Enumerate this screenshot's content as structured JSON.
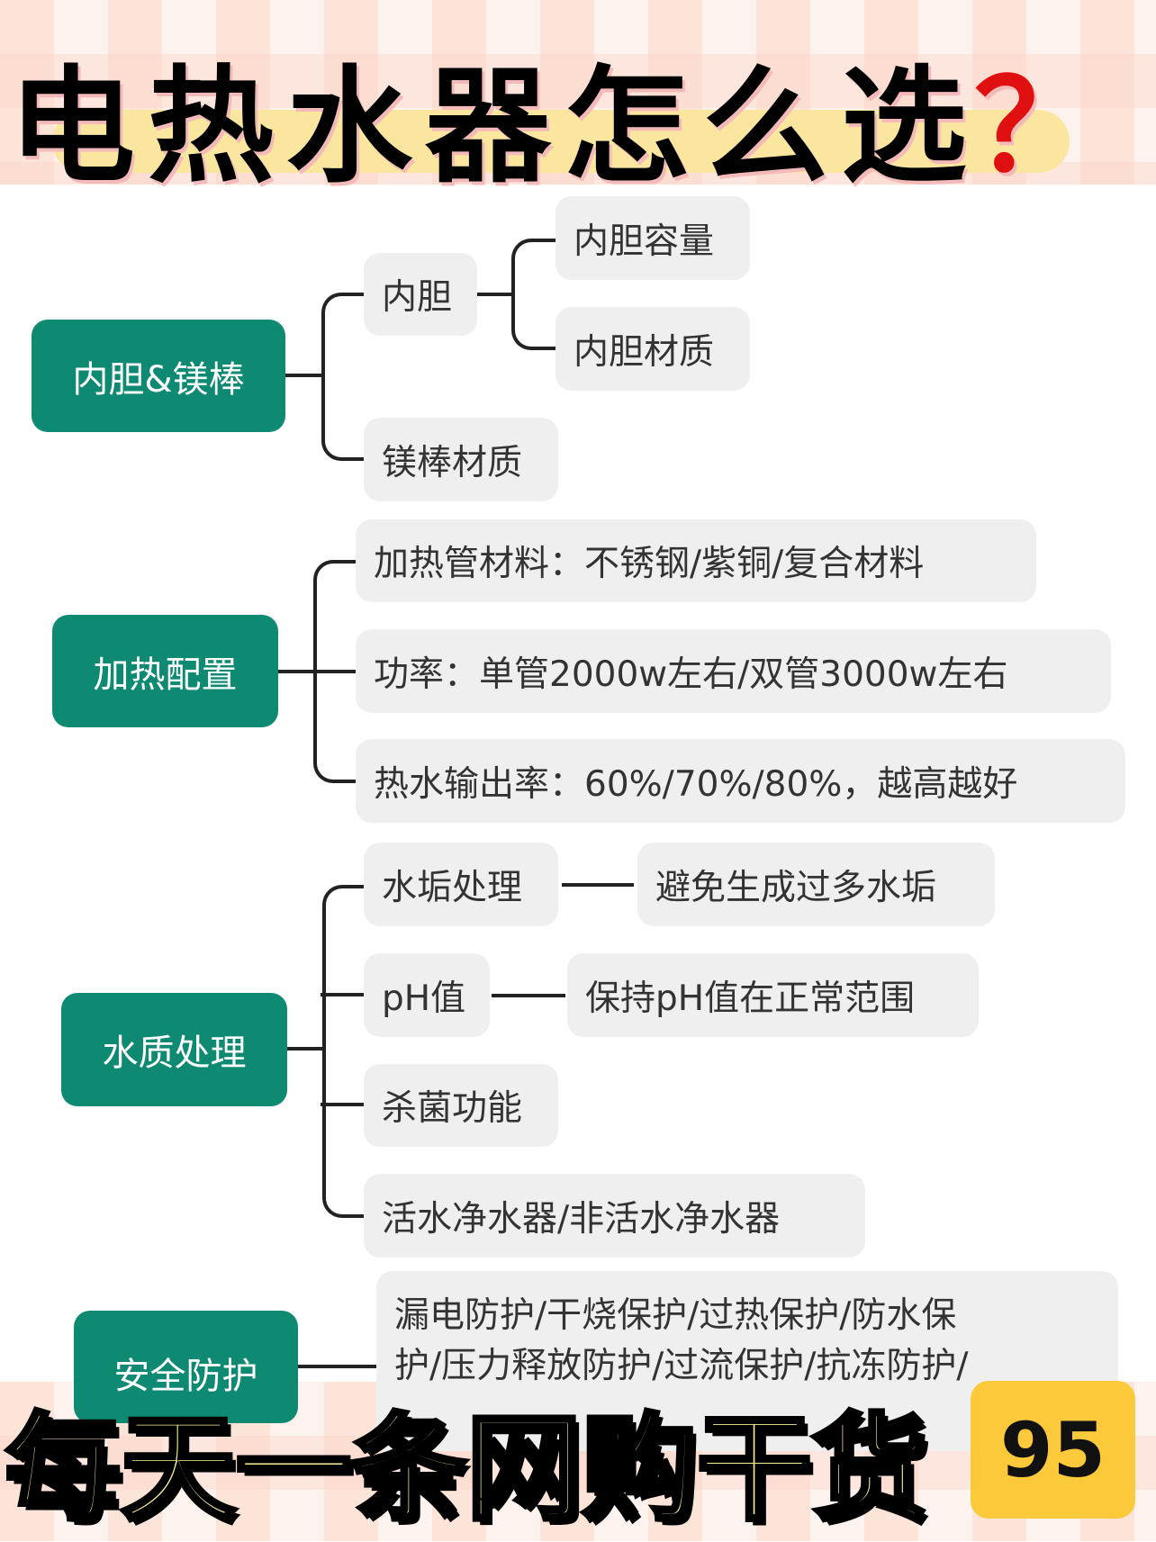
{
  "title": {
    "text": "电热水器怎么选",
    "mark": "？"
  },
  "groups": [
    {
      "label": "内胆&镁棒",
      "children": [
        {
          "label": "内胆",
          "children": [
            "内胆容量",
            "内胆材质"
          ]
        },
        {
          "label": "镁棒材质"
        }
      ]
    },
    {
      "label": "加热配置",
      "children": [
        "加热管材料：不锈钢/紫铜/复合材料",
        "功率：单管2000w左右/双管3000w左右",
        "热水输出率：60%/70%/80%，越高越好"
      ]
    },
    {
      "label": "水质处理",
      "children": [
        {
          "label": "水垢处理",
          "detail": "避免生成过多水垢"
        },
        {
          "label": "pH值",
          "detail": "保持pH值在正常范围"
        },
        {
          "label": "杀菌功能"
        },
        {
          "label": "活水净水器/非活水净水器"
        }
      ]
    },
    {
      "label": "安全防护",
      "lines": [
        "漏电防护/干烧保护/过热保护/防水保",
        "护/压力释放防护/过流保护/抗冻防护/"
      ]
    }
  ],
  "banner": {
    "text": "每天一条网购干货",
    "number": "95"
  },
  "colors": {
    "accent": "#0e8a73",
    "node": "#efefef",
    "highlight": "#fbe6a0",
    "badge": "#fcc93a",
    "question": "#e01010"
  }
}
